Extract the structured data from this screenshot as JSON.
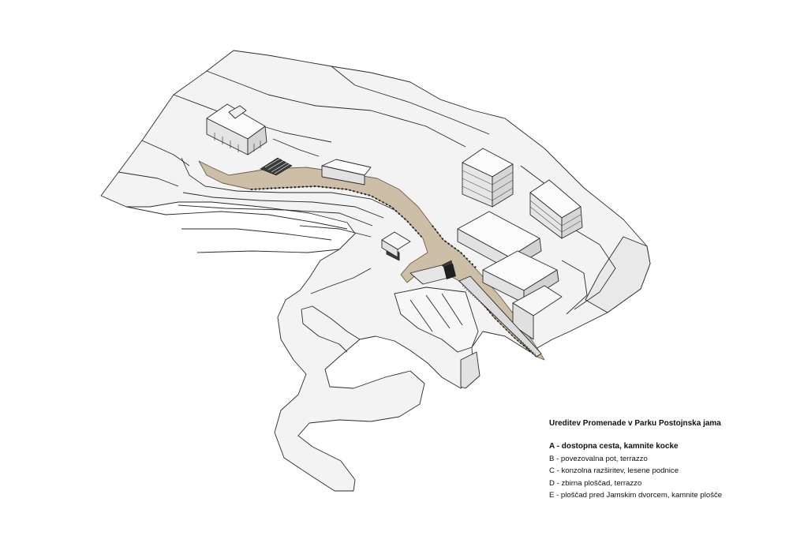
{
  "legend": {
    "title": "Ureditev Promenade v Parku Postojnska jama",
    "items": [
      "A - dostopna cesta, kamnite kocke",
      "B - povezovalna pot, terrazzo",
      "C - konzolna razširitev, lesene podnice",
      "D - zbirna ploščad, terrazzo",
      "E - ploščad pred Jamskim dvorcem, kamnite plošče"
    ]
  },
  "colors": {
    "promenade": "#cdbfa7",
    "promenade_edge": "#8a7a5e",
    "terrain": "#f2f2f2",
    "line": "#2a2a2a",
    "building_top": "#fbfbfb",
    "building_side": "#e4e4e4",
    "building_shadow": "#cfcfcf"
  }
}
